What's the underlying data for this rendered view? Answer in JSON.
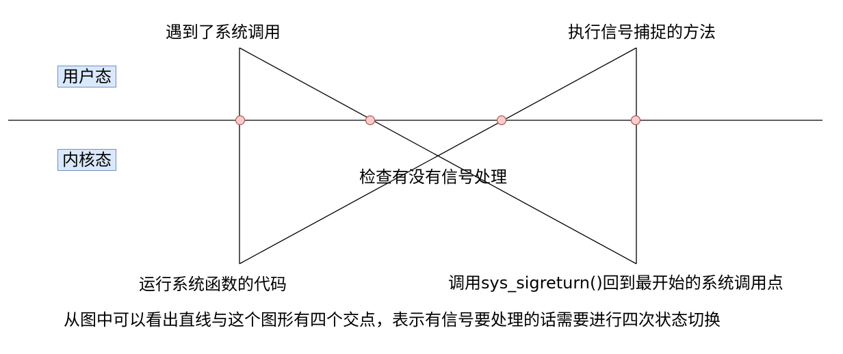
{
  "states": {
    "user": "用户态",
    "kernel": "内核态"
  },
  "labels": {
    "syscall": "遇到了系统调用",
    "handler": "执行信号捕捉的方法",
    "check": "检查有没有信号处理",
    "run_sys": "运行系统函数的代码",
    "sigreturn": "调用sys_sigreturn()回到最开始的系统调用点"
  },
  "caption": "从图中可以看出直线与这个图形有四个交点，表示有信号要处理的话需要进行四次状态切换",
  "colors": {
    "state_fill": "#dae8fc",
    "state_border": "#6c8ebf",
    "node_fill": "#f8cecc",
    "node_border": "#b85450",
    "line": "#000000"
  },
  "intersections": 4
}
